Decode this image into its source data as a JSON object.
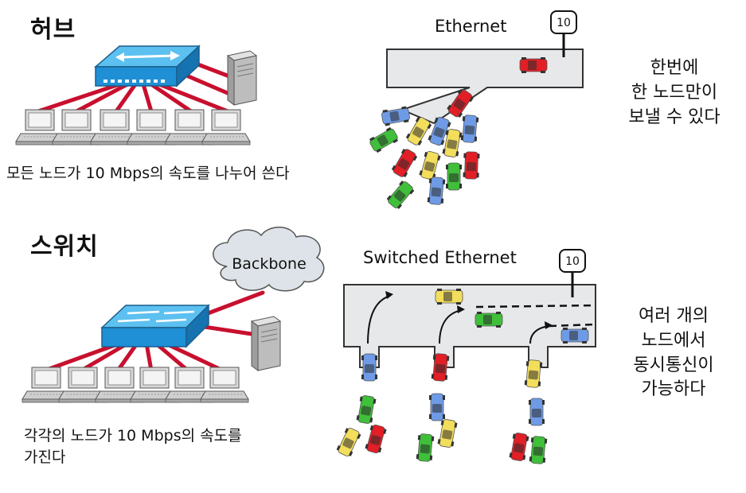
{
  "hub": {
    "heading": "허브",
    "caption": "모든 노드가 10 Mbps의 속도를 나누어 쓴다",
    "road_title": "Ethernet",
    "speed_sign": "10",
    "side_note": [
      "한번에",
      "한 노드만이",
      "보낼 수 있다"
    ]
  },
  "switch": {
    "heading": "스위치",
    "caption": [
      "각각의 노드가 10 Mbps의 속도를",
      "가진다"
    ],
    "cloud_label": "Backbone",
    "road_title": "Switched Ethernet",
    "speed_sign": "10",
    "side_note": [
      "여러 개의",
      "노드에서",
      "동시통신이",
      "가능하다"
    ]
  },
  "colors": {
    "link_red": "#c8102e",
    "device_blue": "#1f8fd6",
    "road_gray": "#e6e8ea",
    "car_red": "#e21f26",
    "car_blue": "#6f9be6",
    "car_yellow": "#f3de5c",
    "car_green": "#3fbf3a",
    "cloud_fill": "#dde3e8"
  }
}
